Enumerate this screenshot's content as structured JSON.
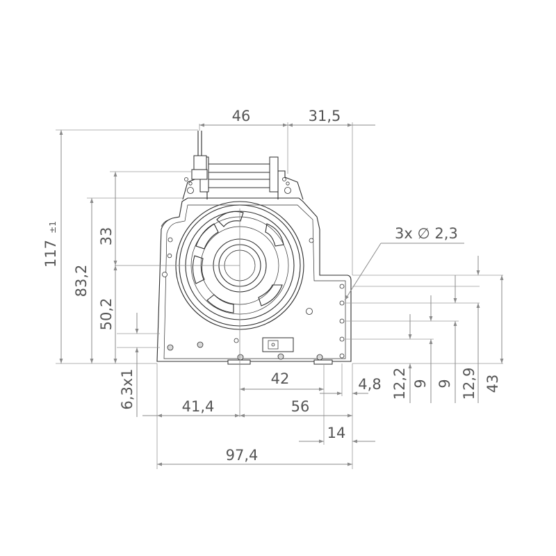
{
  "dimensions": {
    "top_46": "46",
    "top_31_5": "31,5",
    "left_117": "117",
    "left_117_tol": "±1",
    "left_83_2": "83,2",
    "left_33": "33",
    "left_50_2": "50,2",
    "left_6_3x1": "6,3x1",
    "bottom_42": "42",
    "bottom_4_8": "4,8",
    "bottom_41_4": "41,4",
    "bottom_56": "56",
    "bottom_14": "14",
    "bottom_97_4": "97,4",
    "right_12_2": "12,2",
    "right_9a": "9",
    "right_9b": "9",
    "right_12_9": "12,9",
    "right_43": "43",
    "holes_callout": "3x ∅ 2,3"
  }
}
